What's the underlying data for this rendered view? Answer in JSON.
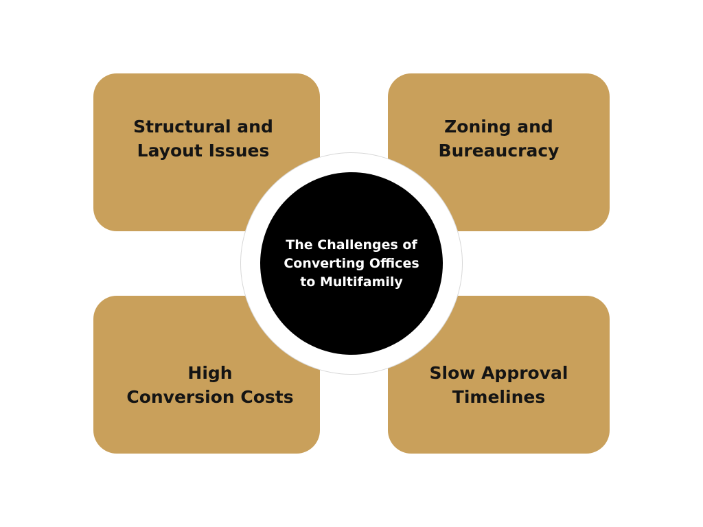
{
  "colors": {
    "box_fill": "#C9A05B",
    "hub_fill": "#000000",
    "ring_fill": "#FFFFFF",
    "text_dark": "#141414",
    "text_light": "#FFFFFF"
  },
  "center": {
    "label": "The Challenges of\nConverting Offices\nto Multifamily"
  },
  "challenges": {
    "top_left": "Structural and\nLayout Issues",
    "top_right": "Zoning and\nBureaucracy",
    "bottom_left": "High\nConversion Costs",
    "bottom_right": "Slow Approval\nTimelines"
  }
}
